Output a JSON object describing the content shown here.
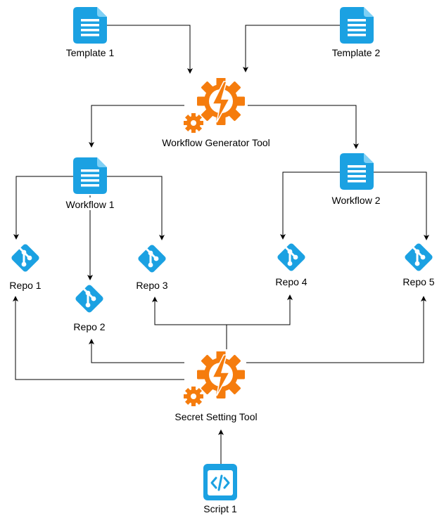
{
  "colors": {
    "doc": "#1BA1E2",
    "git": "#1BA1E2",
    "gear": "#F57C0D",
    "edge": "#000000"
  },
  "nodes": {
    "template1": {
      "label": "Template 1",
      "icon": "document-icon"
    },
    "template2": {
      "label": "Template 2",
      "icon": "document-icon"
    },
    "generator": {
      "label": "Workflow Generator Tool",
      "icon": "gear-lightning-icon"
    },
    "workflow1": {
      "label": "Workflow 1",
      "icon": "document-icon"
    },
    "workflow2": {
      "label": "Workflow 2",
      "icon": "document-icon"
    },
    "repo1": {
      "label": "Repo 1",
      "icon": "git-icon"
    },
    "repo2": {
      "label": "Repo 2",
      "icon": "git-icon"
    },
    "repo3": {
      "label": "Repo 3",
      "icon": "git-icon"
    },
    "repo4": {
      "label": "Repo 4",
      "icon": "git-icon"
    },
    "repo5": {
      "label": "Repo 5",
      "icon": "git-icon"
    },
    "secret": {
      "label": "Secret Setting Tool",
      "icon": "gear-lightning-icon"
    },
    "script1": {
      "label": "Script 1",
      "icon": "code-file-icon"
    }
  },
  "edges": [
    {
      "from": "template1",
      "to": "generator"
    },
    {
      "from": "template2",
      "to": "generator"
    },
    {
      "from": "generator",
      "to": "workflow1"
    },
    {
      "from": "generator",
      "to": "workflow2"
    },
    {
      "from": "workflow1",
      "to": "repo1"
    },
    {
      "from": "workflow1",
      "to": "repo2"
    },
    {
      "from": "workflow1",
      "to": "repo3"
    },
    {
      "from": "workflow2",
      "to": "repo4"
    },
    {
      "from": "workflow2",
      "to": "repo5"
    },
    {
      "from": "script1",
      "to": "secret"
    },
    {
      "from": "secret",
      "to": "repo1"
    },
    {
      "from": "secret",
      "to": "repo2"
    },
    {
      "from": "secret",
      "to": "repo3"
    },
    {
      "from": "secret",
      "to": "repo4"
    },
    {
      "from": "secret",
      "to": "repo5"
    }
  ]
}
